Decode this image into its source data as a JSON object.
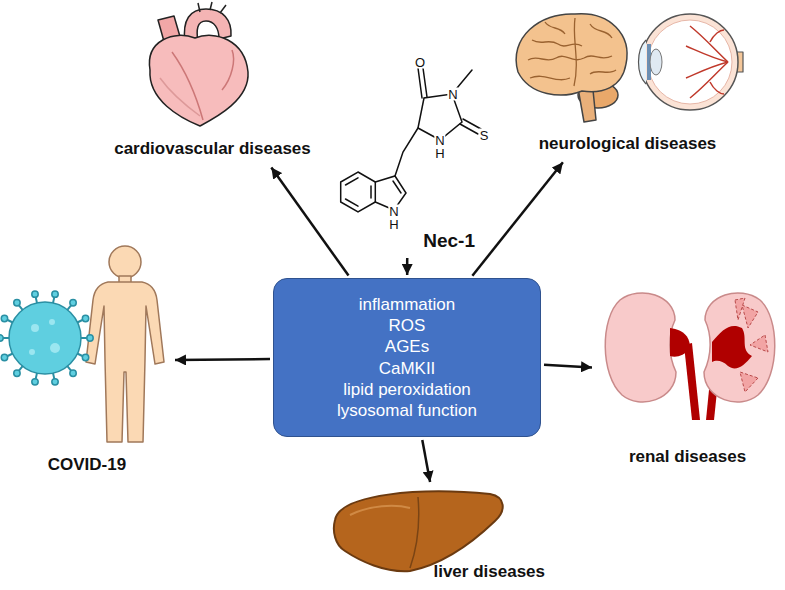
{
  "diagram": {
    "nodes": [
      {
        "text": [
          "cardiovascular diseases"
        ]
      },
      {
        "text": [
          "neurological diseases"
        ]
      },
      {
        "text": [
          "Nec-1"
        ]
      },
      {
        "text": [
          "inflammation",
          "ROS",
          "AGEs",
          "CaMKII",
          "lipid peroxidation",
          "lysosomal function"
        ]
      },
      {
        "text": [
          "COVID-19"
        ]
      },
      {
        "text": [
          "renal diseases"
        ]
      },
      {
        "text": [
          "liver diseases"
        ]
      }
    ],
    "edges": [
      {
        "from": 2,
        "to": 3,
        "arrow": "to"
      },
      {
        "from": 3,
        "to": 0,
        "arrow": "to"
      },
      {
        "from": 3,
        "to": 1,
        "arrow": "to"
      },
      {
        "from": 3,
        "to": 4,
        "arrow": "to"
      },
      {
        "from": 3,
        "to": 5,
        "arrow": "to"
      },
      {
        "from": 3,
        "to": 6,
        "arrow": "to"
      }
    ],
    "labels": [
      "O",
      "N",
      "N",
      "H",
      "S",
      "N",
      "H"
    ]
  }
}
